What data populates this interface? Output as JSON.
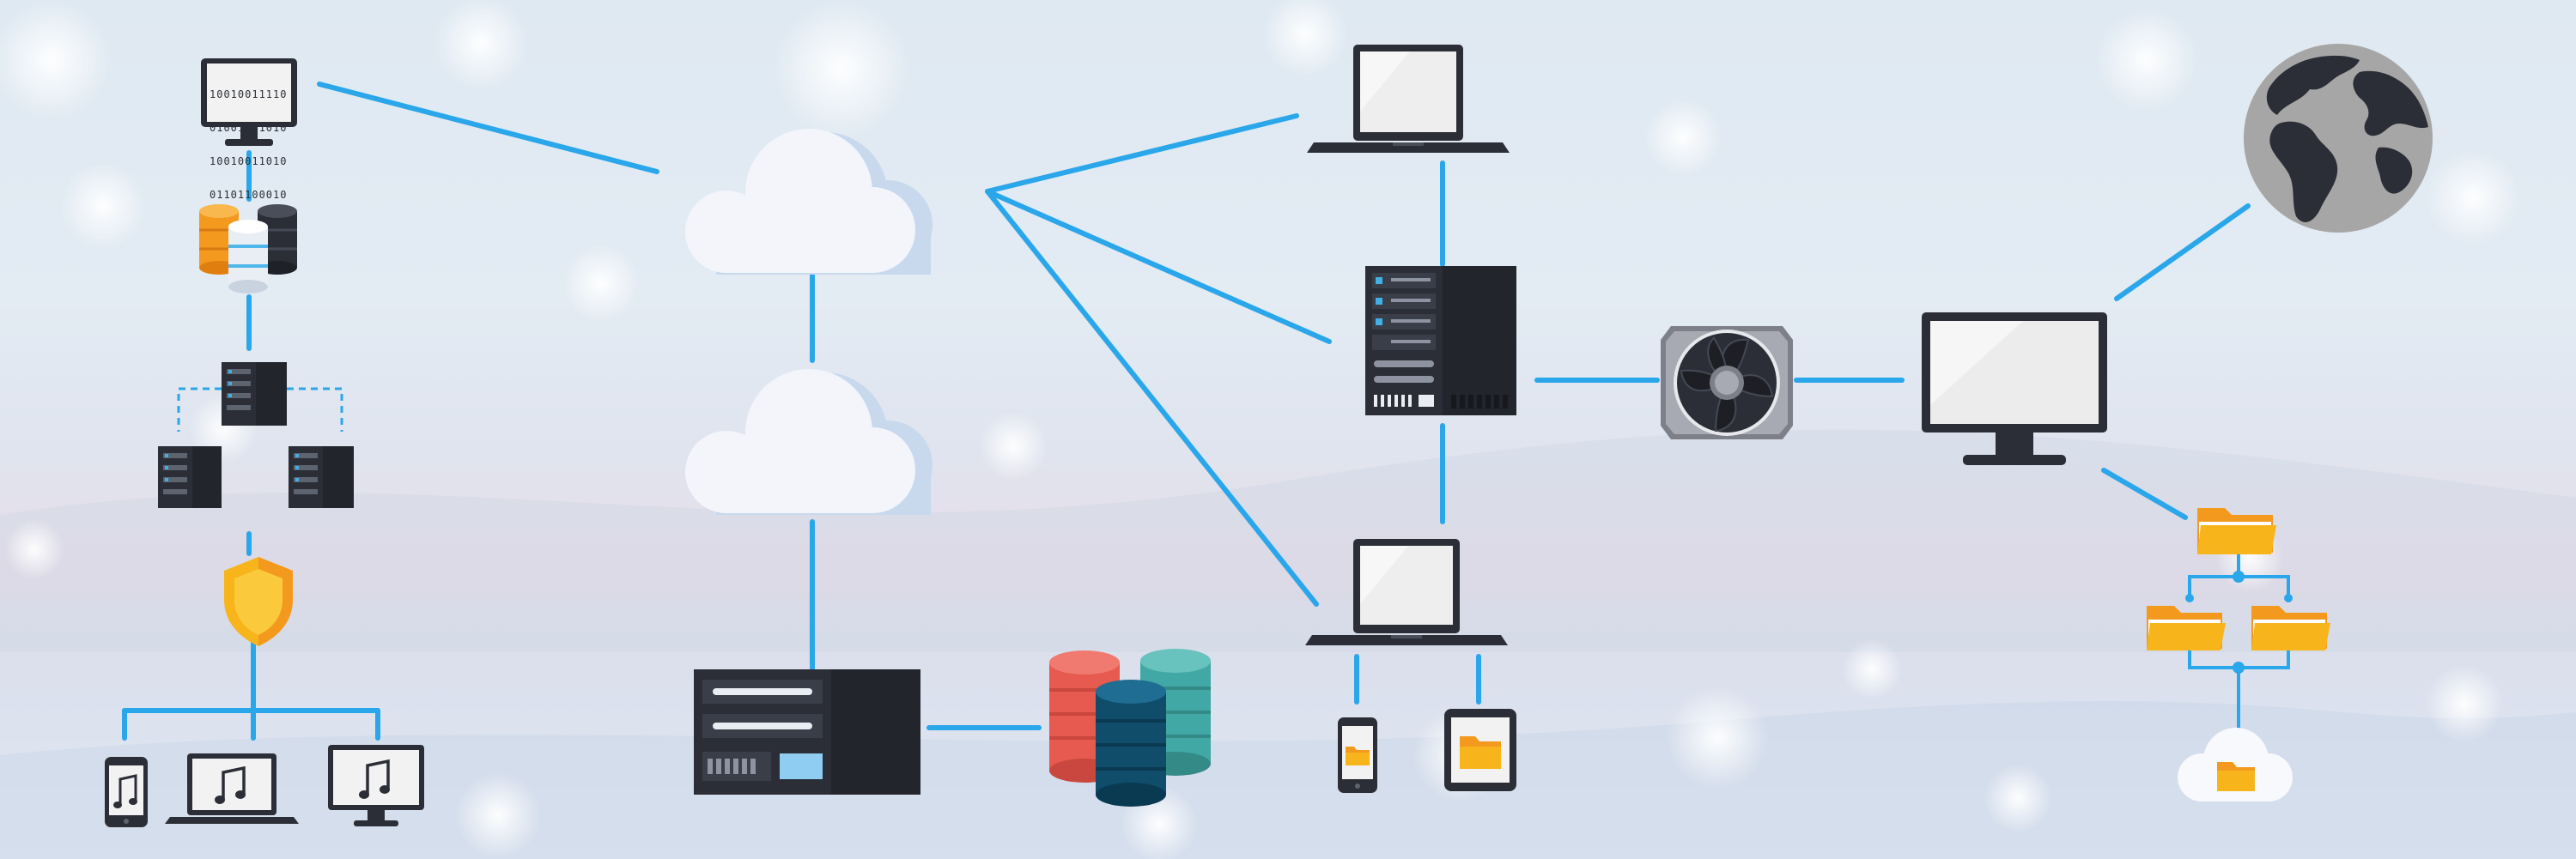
{
  "diagram": {
    "binary_lines": [
      "10010011110",
      "01001011010",
      "10010011010",
      "01101100010"
    ],
    "colors": {
      "background": "#dfe8f1",
      "connector": "#2aa6ea",
      "device_dark": "#2b2e36",
      "screen": "#ececec",
      "cloud": "#f3f5fa",
      "folder": "#f7b51b",
      "shield": "#f7b51b",
      "db_orange": "#f39a1e",
      "db_red": "#e65a4f",
      "db_navy": "#0f4d6b",
      "db_teal": "#42a8a5",
      "globe": "#a6a6a6"
    },
    "icons": [
      "binary-monitor-icon",
      "database-stack-icon",
      "server-icon",
      "shield-icon",
      "phone-music-icon",
      "laptop-music-icon",
      "monitor-music-icon",
      "cloud-icon",
      "laptop-icon",
      "cooling-fan-icon",
      "monitor-icon",
      "globe-icon",
      "folder-icon",
      "folder-tree-icon",
      "cloud-folder-icon",
      "tablet-folder-icon",
      "phone-folder-icon",
      "rack-server-icon",
      "database-cylinders-icon"
    ]
  }
}
